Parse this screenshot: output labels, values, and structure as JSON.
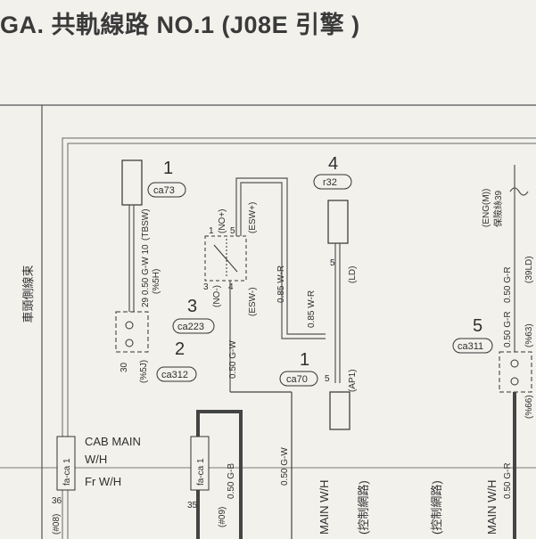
{
  "title": "GA. 共軌線路 NO.1 (J08E 引擎 )",
  "left_harness_label": "車頭側線束",
  "components": [
    {
      "index": "1",
      "code": "ca73"
    },
    {
      "index": "2",
      "code": "ca312"
    },
    {
      "index": "3",
      "code": "ca223"
    },
    {
      "index": "1",
      "code": "ca70"
    },
    {
      "index": "4",
      "code": "r32"
    },
    {
      "index": "5",
      "code": "ca311"
    }
  ],
  "wires": {
    "w1": "29  0.50 G-W  10",
    "w1_tag": "(TBSW)",
    "w1_tag2": "(%5H)",
    "w2": "30",
    "w2_tag": "(%5J)",
    "w3": "0.50 G-W",
    "w3_tag": "(ESW-)",
    "w4": "0.85 W-R",
    "w4_tag": "(ESW+)",
    "w5": "5",
    "w5_tag": "(LD)",
    "w6": "0.85 W-R",
    "w7": "5",
    "w7_tag": "(AP1)",
    "w8": "0.50 G-W",
    "w9": "0.50 G-B",
    "w9_tag": "(#09)",
    "w10": "0.50 G-R",
    "w10_tag": "(39LD)",
    "w11": "0.50 G-R",
    "w11_tag": "(%63)",
    "w12_tag": "(%66)",
    "w13": "0.50 G-R",
    "eng": "(ENG(M))",
    "fuse": "保險絲39",
    "switch_no": "(NO+)",
    "switch_no_minus": "(NO-)",
    "pin1": "1",
    "pin3": "3",
    "pin4": "4",
    "pin5": "5",
    "pin2": "2",
    "pin4b": "4",
    "pin36": "36",
    "pin35": "35",
    "pin08": "(#08)",
    "pin1b": "1"
  },
  "connectors": {
    "left": "fa-ca 1",
    "mid": "fa-ca 1"
  },
  "labels": {
    "cab_main": "CAB MAIN",
    "wh": "W/H",
    "fr_wh": "Fr W/H",
    "main_wh_1": "MAIN W/H",
    "main_wh_2": "MAIN W/H",
    "ctrl_1": "(控制網路)",
    "ctrl_2": "(控制網路)"
  }
}
